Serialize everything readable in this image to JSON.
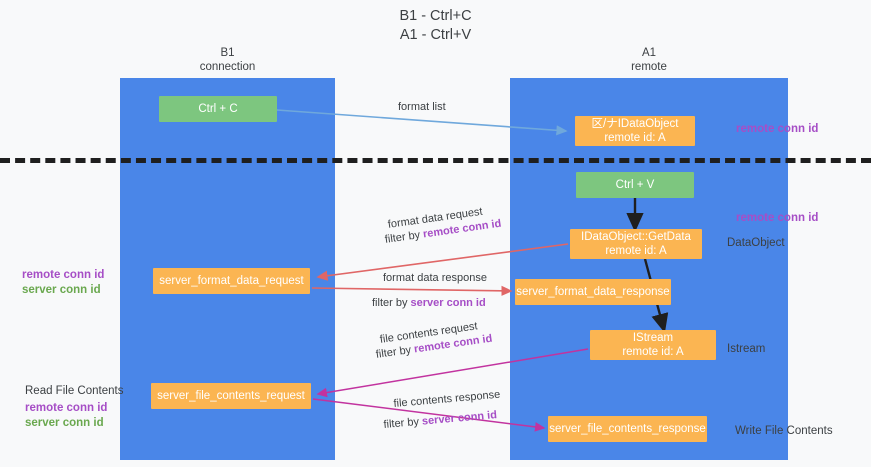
{
  "title": {
    "line1": "B1 - Ctrl+C",
    "line2": "A1 - Ctrl+V"
  },
  "lanes": [
    {
      "id": "b1",
      "name": "B1",
      "subtitle": "connection",
      "color": "#4a86e8"
    },
    {
      "id": "a1",
      "name": "A1",
      "subtitle": "remote",
      "color": "#4a86e8"
    }
  ],
  "colors": {
    "lane": "#4a86e8",
    "green_node": "#7dc67f",
    "orange_node": "#fbb552",
    "purple_label": "#a64ec6",
    "green_label": "#6aa84f",
    "red_arrow": "#e06666",
    "magenta_arrow": "#c2339f",
    "blue_arrow": "#6fa8dc",
    "black_arrow": "#1f1f1f",
    "background": "#f8f9fa"
  },
  "nodes": {
    "ctrl_c": {
      "label": "Ctrl + C",
      "style": "green"
    },
    "set_clipboard": {
      "line1": "区/ナIDataObject",
      "line2": "remote id: A",
      "style": "orange"
    },
    "ctrl_v": {
      "label": "Ctrl + V",
      "style": "green"
    },
    "get_data": {
      "line1": "IDataObject::GetData",
      "line2": "remote id: A",
      "style": "orange"
    },
    "server_format_data_request": {
      "label": "server_format_data_request",
      "style": "orange"
    },
    "server_format_data_response": {
      "label": "server_format_data_response",
      "style": "orange"
    },
    "istream": {
      "line1": "IStream",
      "line2": "remote id: A",
      "style": "orange"
    },
    "server_file_contents_request": {
      "label": "server_file_contents_request",
      "style": "orange"
    },
    "server_file_contents_response": {
      "label": "server_file_contents_response",
      "style": "orange"
    }
  },
  "edge_labels": {
    "format_list": "format list",
    "format_data_request": "format data request",
    "format_data_request_filter_prefix": "filter by ",
    "format_data_request_filter_key": "remote conn id",
    "format_data_response": "format data response",
    "format_data_response_filter_prefix": "filter by ",
    "format_data_response_filter_key": "server conn id",
    "file_contents_request": "file contents request",
    "file_contents_request_filter_prefix": "filter by ",
    "file_contents_request_filter_key": "remote conn id",
    "file_contents_response": "file contents response",
    "file_contents_response_filter_prefix": "filter by ",
    "file_contents_response_filter_key": "server conn id"
  },
  "side_labels": {
    "right_remote_conn_id_top": "remote conn id",
    "right_remote_conn_id_mid": "remote conn id",
    "data_object": "DataObject",
    "istream": "Istream",
    "write_file_contents": "Write File Contents",
    "left_remote_conn_id": "remote conn id",
    "left_server_conn_id": "server conn id",
    "read_file_contents": "Read File Contents",
    "left_remote_conn_id_2": "remote conn id",
    "left_server_conn_id_2": "server conn id"
  }
}
